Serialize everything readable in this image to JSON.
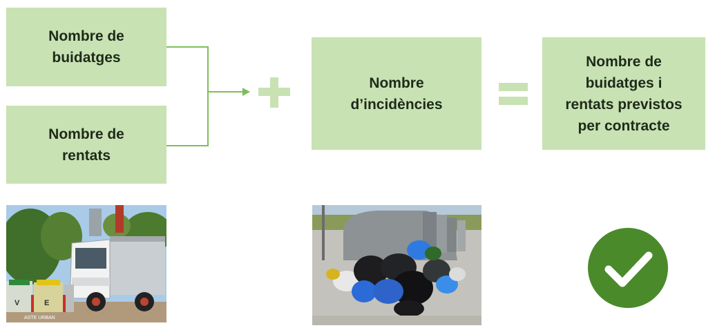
{
  "boxes": {
    "buidatges": "Nombre de\nbuidatges",
    "rentats": "Nombre de\nrentats",
    "incidencies": "Nombre\nd’incidències",
    "result": "Nombre de\nbuidatges i\nrentats previstos\nper contracte"
  },
  "operators": {
    "plus": "plus-sign",
    "equals": "equals-sign"
  },
  "photos": {
    "truck": {
      "depicts": "garbage-truck-emptying-containers",
      "caption": "ASTE URBAN"
    },
    "bags": {
      "depicts": "overflowing-trash-bags-beside-containers"
    }
  },
  "icons": {
    "result": "checkmark-circle-icon"
  },
  "colors": {
    "box_fill": "#c8e2b3",
    "connector": "#7cbf5a",
    "check_circle": "#4a8a2a",
    "text": "#1e2a1a"
  }
}
